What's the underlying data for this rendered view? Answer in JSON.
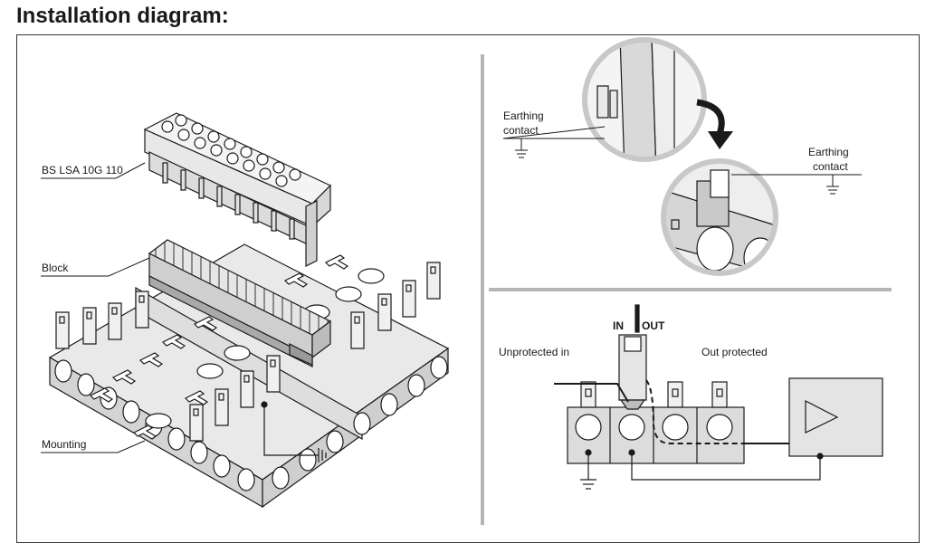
{
  "title": "Installation diagram:",
  "left_panel": {
    "labels": {
      "module": "BS LSA 10G 110",
      "block": "Block",
      "mounting": "Mounting"
    }
  },
  "top_right_panel": {
    "labels": {
      "earthing_left": [
        "Earthing",
        "contact"
      ],
      "earthing_right": [
        "Earthing",
        "contact"
      ]
    }
  },
  "bottom_right_panel": {
    "labels": {
      "in": "IN",
      "out": "OUT",
      "unprotected_in": "Unprotected in",
      "out_protected": "Out protected"
    }
  },
  "colors": {
    "line": "#1a1a1a",
    "metal": "#e2e2e2",
    "metal_dark": "#bdbdbd",
    "divider": "#b5b5b5",
    "magnifier_ring": "#c8c8c8"
  }
}
